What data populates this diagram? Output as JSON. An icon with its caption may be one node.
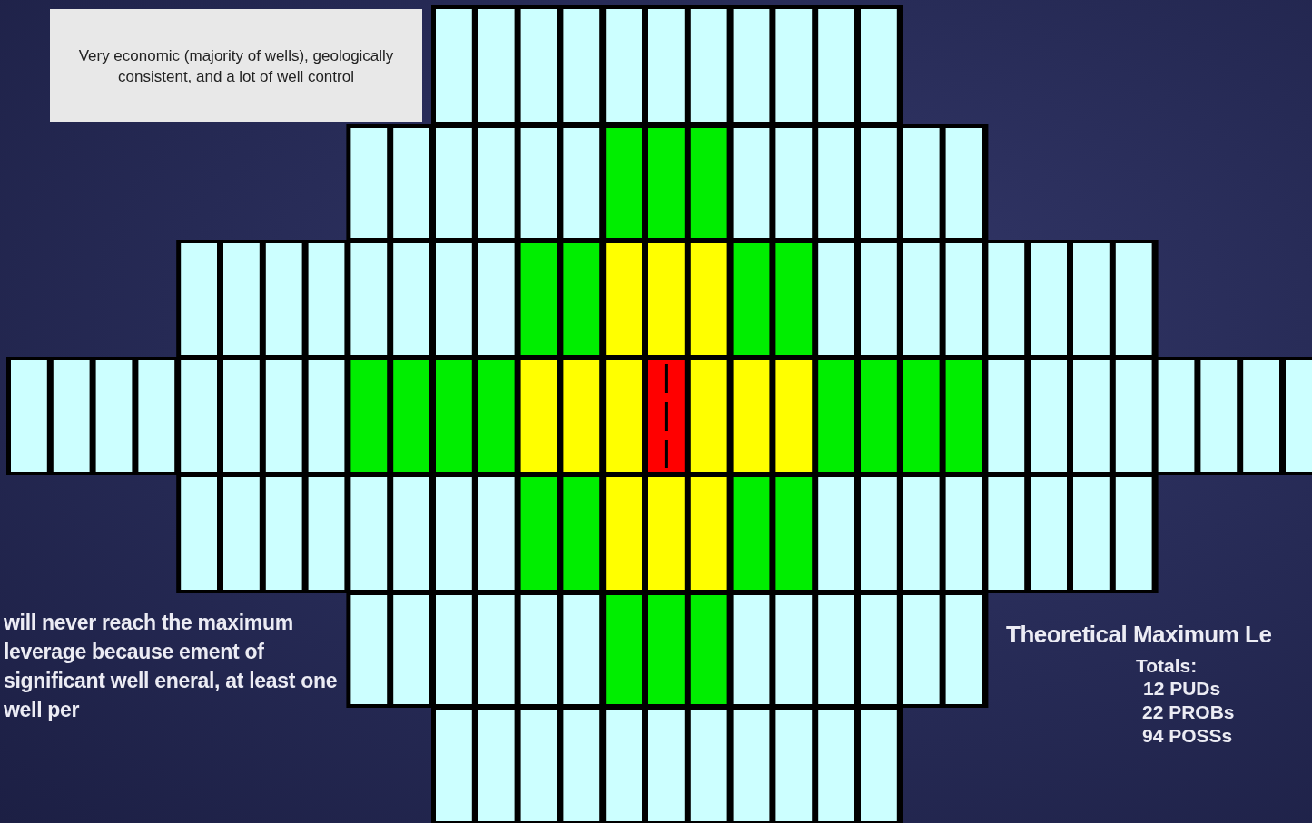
{
  "diagram": {
    "nodes": [
      {
        "text": [
          "Very economic (majority of wells), geologically consistent, and a lot of well control"
        ]
      }
    ],
    "labels": [
      "will never reach the maximum leverage because ement of significant well eneral, at least one well per",
      "Theoretical Maximum Le",
      "Totals:",
      "12 PUDs",
      "22 PROBs",
      "94 POSSs"
    ]
  }
}
